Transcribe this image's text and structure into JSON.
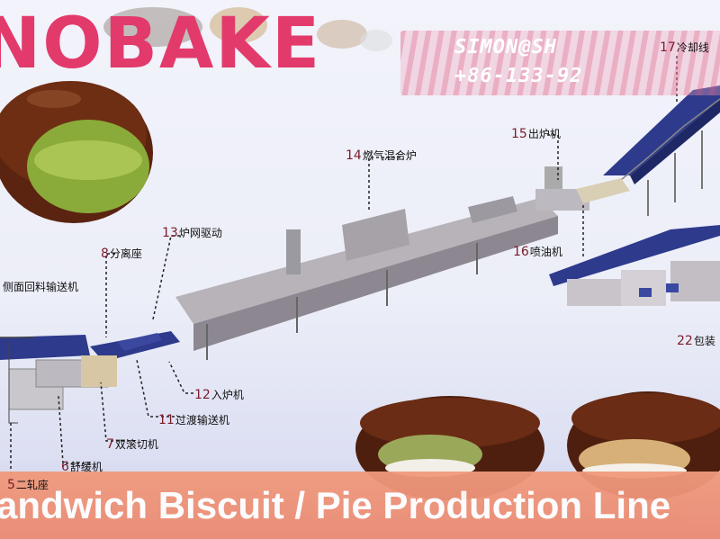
{
  "brand": "NOBAKE",
  "contact": {
    "email": "SIMON@SH",
    "phone": "+86-133-92"
  },
  "title": "andwich Biscuit / Pie Production Line",
  "stations": [
    {
      "num": "17",
      "text": "冷却线"
    },
    {
      "num": "15",
      "text": "出炉机"
    },
    {
      "num": "14",
      "text": "燃气混合炉"
    },
    {
      "num": "13",
      "text": "炉网驱动"
    },
    {
      "num": "16",
      "text": "喷油机"
    },
    {
      "num": "8",
      "text": "分离座"
    },
    {
      "num": "",
      "text": "侧面回料输送机"
    },
    {
      "num": "12",
      "text": "入炉机"
    },
    {
      "num": "11",
      "text": "过渡输送机"
    },
    {
      "num": "7",
      "text": "双滚切机"
    },
    {
      "num": "6",
      "text": "舒缓机"
    },
    {
      "num": "5",
      "text": "二轧座"
    },
    {
      "num": "22",
      "text": "包装"
    }
  ],
  "colors": {
    "brand": "#e33a6c",
    "conveyor": "#2e3a8c",
    "label_number": "#7a1b2a",
    "banner": "#ec8a74"
  }
}
